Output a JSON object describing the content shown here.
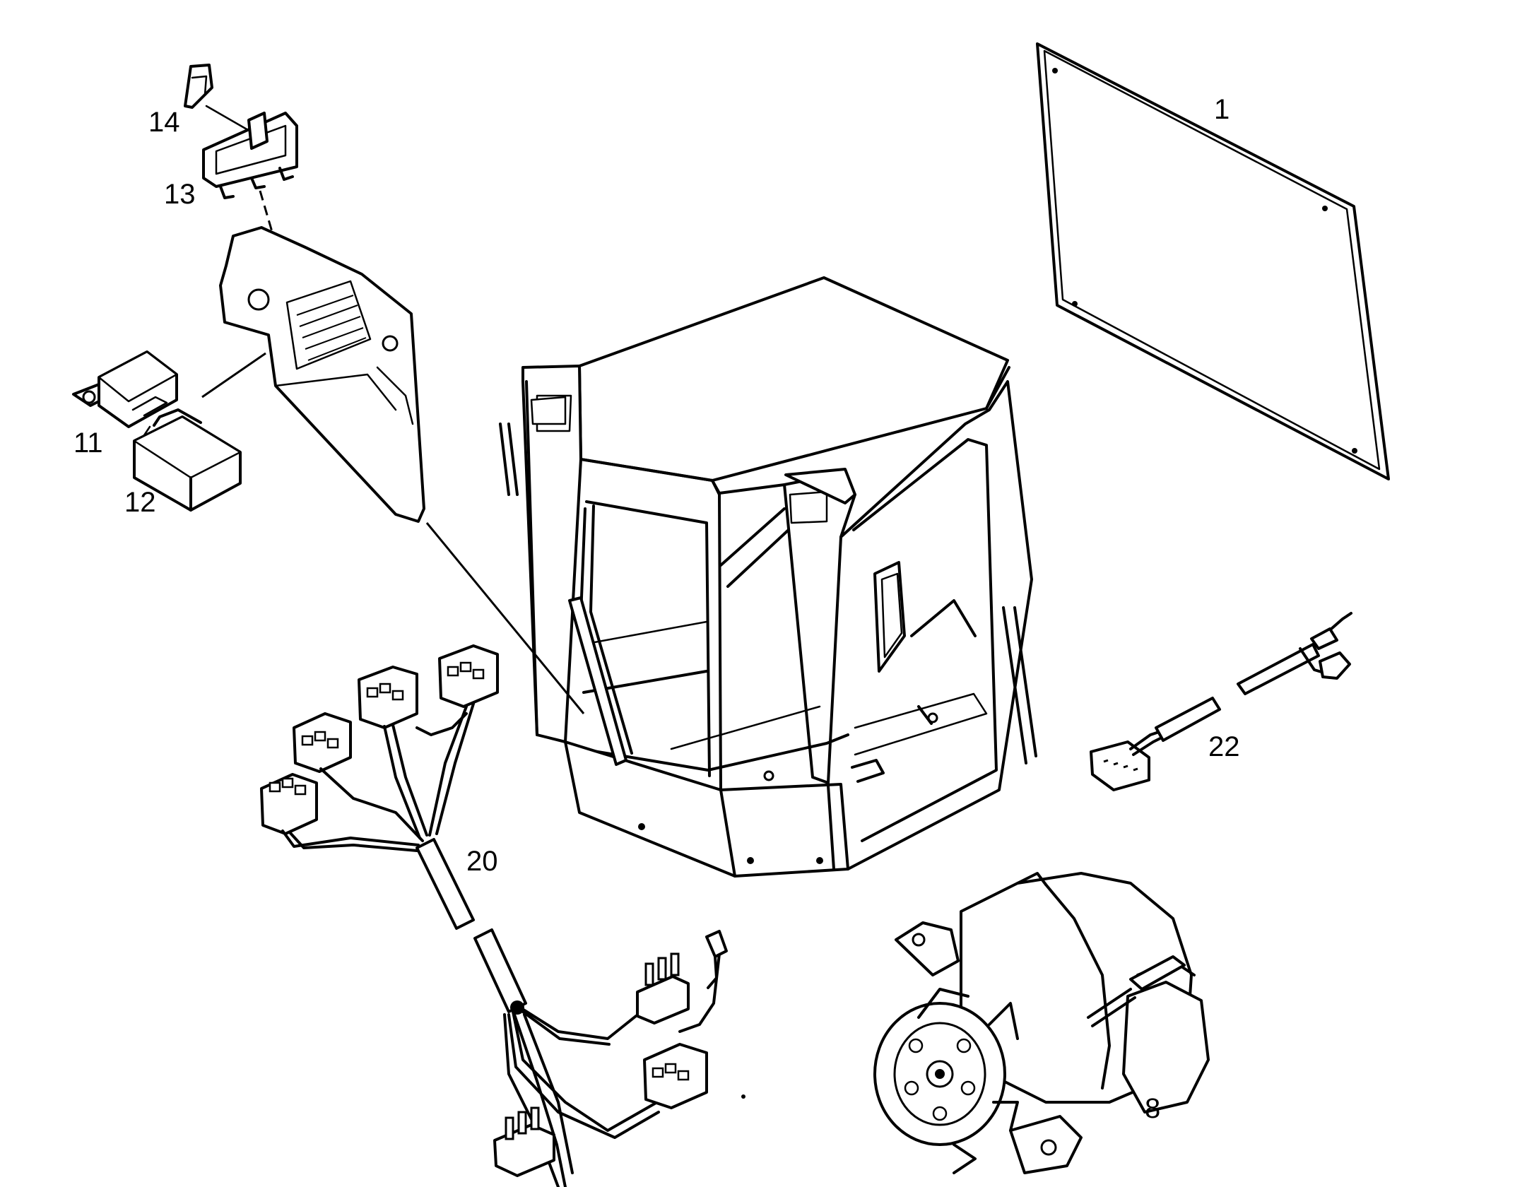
{
  "labels": {
    "p1": "1",
    "p8": "8",
    "p11": "11",
    "p12": "12",
    "p13": "13",
    "p14": "14",
    "p20": "20",
    "p22": "22"
  }
}
